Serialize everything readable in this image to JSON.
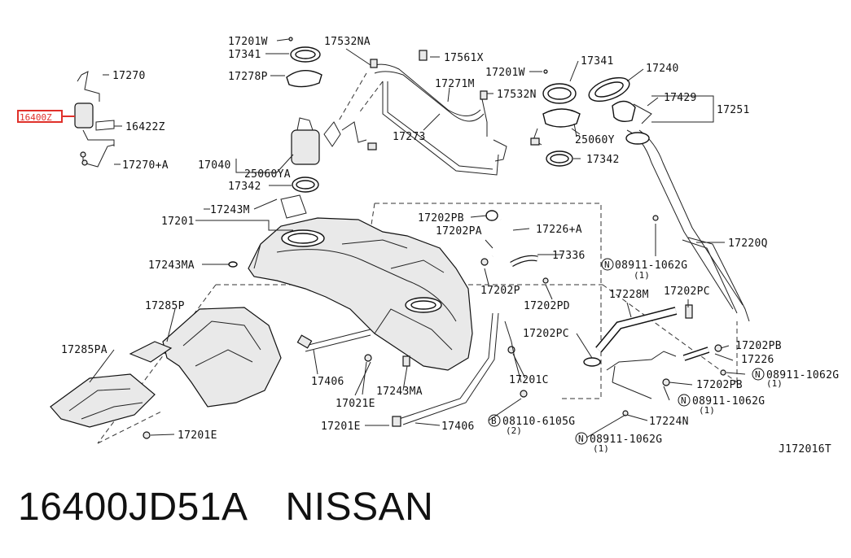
{
  "diagram_ref": "J172016T",
  "highlighted_part": "16400Z",
  "labels": {
    "l17201W_a": "17201W",
    "l17341_a": "17341",
    "l17278P": "17278P",
    "l17532NA": "17532NA",
    "l17561X": "17561X",
    "l17270": "17270",
    "l16422Z": "16422Z",
    "l17270A": "17270+A",
    "l17271M": "17271M",
    "l17532N": "17532N",
    "l17273": "17273",
    "l17040": "17040",
    "l25060YA": "25060YA",
    "l17342_a": "17342",
    "l17201W_b": "17201W",
    "l17341_b": "17341",
    "l17240": "17240",
    "l17429": "17429",
    "l17251": "17251",
    "l25060Y": "25060Y",
    "l17342_b": "17342",
    "l17201": "17201",
    "l17243M": "17243M",
    "l17202PB_a": "17202PB",
    "l17226A": "17226+A",
    "l17202PA": "17202PA",
    "l17336": "17336",
    "l17220Q": "17220Q",
    "l08911_a": "08911-1062G",
    "l08911_a_qty": "(1)",
    "l17243MA_a": "17243MA",
    "l17202P": "17202P",
    "l17202PD": "17202PD",
    "l17228M": "17228M",
    "l17202PC_a": "17202PC",
    "l17285P": "17285P",
    "l17202PC_b": "17202PC",
    "l17202PB_b": "17202PB",
    "l17226": "17226",
    "l17285PA": "17285PA",
    "l17406_a": "17406",
    "l17243MA_b": "17243MA",
    "l17201C": "17201C",
    "l08911_b": "08911-1062G",
    "l08911_b_qty": "(1)",
    "l17202PB_c": "17202PB",
    "l17021E": "17021E",
    "l08911_c": "08911-1062G",
    "l08911_c_qty": "(1)",
    "l17201E_a": "17201E",
    "l17406_b": "17406",
    "l08110": "08110-6105G",
    "l08110_qty": "(2)",
    "l17224N": "17224N",
    "l08911_d": "08911-1062G",
    "l08911_d_qty": "(1)",
    "l17201E_b": "17201E"
  },
  "symbols": {
    "N": "N",
    "B": "B"
  },
  "caption": {
    "part_number": "16400JD51A",
    "brand": "NISSAN"
  },
  "colors": {
    "highlight": "#e0302a",
    "ink": "#111111"
  }
}
